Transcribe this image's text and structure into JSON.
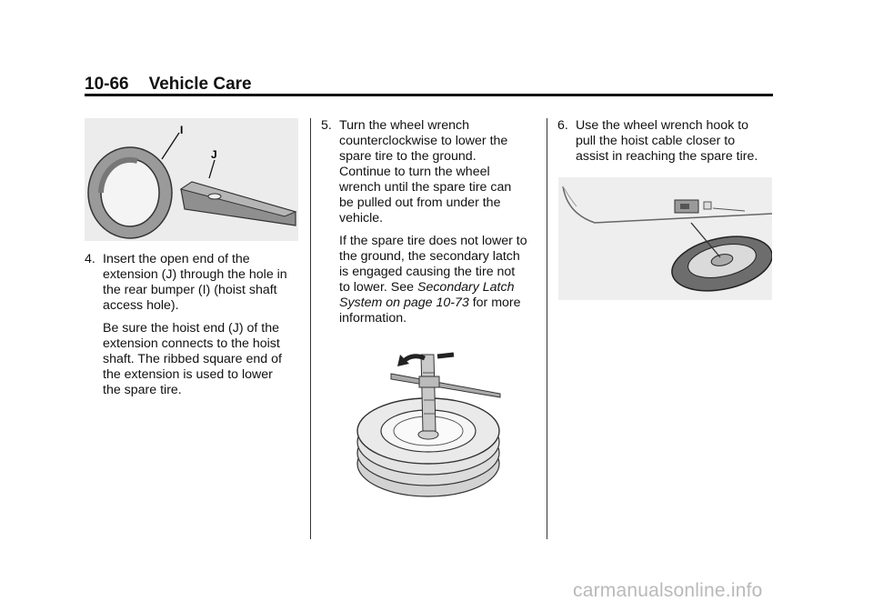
{
  "header": {
    "page_number": "10-66",
    "section_title": "Vehicle Care"
  },
  "figure1": {
    "label_i": "I",
    "label_j": "J"
  },
  "steps": [
    {
      "number": "4.",
      "lines": [
        "Insert the open end of the",
        "extension (J) through the hole in",
        "the rear bumper (I) (hoist shaft",
        "access hole)."
      ],
      "note_lines": [
        "Be sure the hoist end  (J) of the",
        "extension connects to the hoist",
        "shaft. The ribbed square end of",
        "the extension is used to lower",
        "the spare tire."
      ]
    },
    {
      "number": "5.",
      "lines": [
        "Turn the wheel wrench",
        "counterclockwise to lower the",
        "spare tire to the ground.",
        "Continue to turn the wheel",
        "wrench until the spare tire can",
        "be pulled out from under the",
        "vehicle."
      ],
      "note_lines": [
        "If the spare tire does not lower to",
        "the ground, the secondary latch",
        "is engaged causing the tire not",
        "to lower. See"
      ],
      "link_line1": "Secondary Latch",
      "link_line2": "System on page 10-73",
      "after_link": " for more",
      "last_line": "information."
    },
    {
      "number": "6.",
      "lines": [
        "Use the wheel wrench hook to",
        "pull the hoist cable closer to",
        "assist in reaching the spare tire."
      ]
    }
  ],
  "watermark": "carmanualsonline.info"
}
